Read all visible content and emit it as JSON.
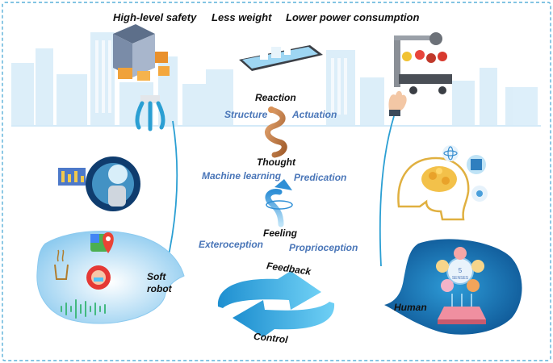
{
  "top_features": [
    "High-level safety",
    "Less weight",
    "Lower power consumption"
  ],
  "stages": {
    "reaction": {
      "title": "Reaction",
      "left": "Structure",
      "right": "Actuation"
    },
    "thought": {
      "title": "Thought",
      "left": "Machine learning",
      "right": "Predication"
    },
    "feeling": {
      "title": "Feeling",
      "left": "Exteroception",
      "right": "Proprioception"
    }
  },
  "loop": {
    "top": "Feedback",
    "bottom": "Control"
  },
  "left_party": {
    "line1": "Soft",
    "line2": "robot"
  },
  "right_party": {
    "label": "Human"
  },
  "sense_badge": {
    "number": "5",
    "word": "SENSES"
  },
  "colors": {
    "border": "#5ab0d8",
    "label_blue": "#4a76b8",
    "arrow_blue": "#29a9e0",
    "spiral_orange": "#c9834a",
    "blob_blue": "#86c4ec",
    "skyline": "#d4eaf8"
  }
}
